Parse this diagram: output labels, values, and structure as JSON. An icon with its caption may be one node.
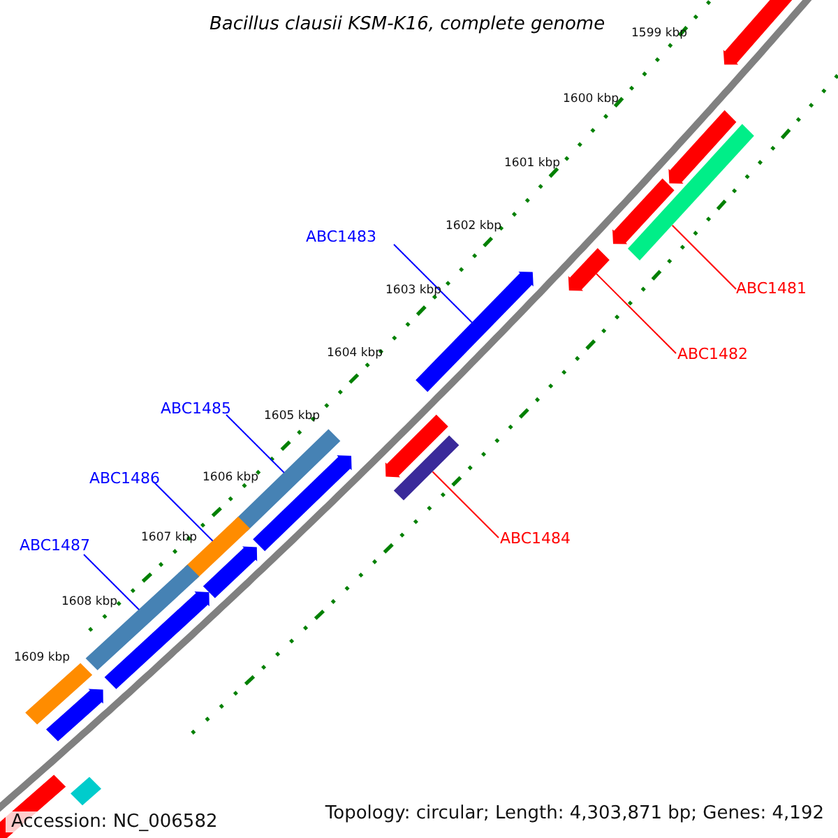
{
  "diagram": {
    "title": "Bacillus clausii KSM-K16, complete genome",
    "nodes": [
      {
        "text": [
          "ABC1483"
        ]
      },
      {
        "text": [
          "ABC1481"
        ]
      },
      {
        "text": [
          "ABC1482"
        ]
      },
      {
        "text": [
          "ABC1485"
        ]
      },
      {
        "text": [
          "ABC1486"
        ]
      },
      {
        "text": [
          "ABC1484"
        ]
      },
      {
        "text": [
          "ABC1487"
        ]
      },
      {
        "text": [],
        "shape": "arrow"
      },
      {
        "text": [],
        "shape": "arrow"
      },
      {
        "text": [],
        "shape": "bar"
      },
      {
        "text": [],
        "shape": "arrow"
      },
      {
        "text": [],
        "shape": "arrow"
      },
      {
        "text": [],
        "shape": "arrow"
      },
      {
        "text": [],
        "shape": "arrow"
      },
      {
        "text": [],
        "shape": "bar"
      },
      {
        "text": [],
        "shape": "bar"
      },
      {
        "text": [],
        "shape": "arrow"
      },
      {
        "text": [],
        "shape": "bar"
      },
      {
        "text": [],
        "shape": "arrow"
      },
      {
        "text": [],
        "shape": "bar"
      },
      {
        "text": [],
        "shape": "arrow"
      },
      {
        "text": [],
        "shape": "bar"
      },
      {
        "text": [],
        "shape": "arrow"
      },
      {
        "text": [],
        "shape": "arrow"
      },
      {
        "text": [],
        "shape": "bar"
      }
    ],
    "edges": [
      {
        "from": 0,
        "to": 12,
        "arrow": "none"
      },
      {
        "from": 1,
        "to": 9,
        "arrow": "none",
        "color": "#ff0000"
      },
      {
        "from": 2,
        "to": 11,
        "arrow": "none",
        "color": "#ff0000"
      },
      {
        "from": 3,
        "to": 15,
        "arrow": "none"
      },
      {
        "from": 4,
        "to": 17,
        "arrow": "none"
      },
      {
        "from": 5,
        "to": 14,
        "arrow": "none",
        "color": "#ff0000"
      },
      {
        "from": 6,
        "to": 19,
        "arrow": "none"
      }
    ],
    "labels": [
      "1599 kbp",
      "1600 kbp",
      "1601 kbp",
      "1602 kbp",
      "1603 kbp",
      "1604 kbp",
      "1605 kbp",
      "1606 kbp",
      "1607 kbp",
      "1608 kbp",
      "1609 kbp",
      "Accession: NC_006582",
      "Topology: circular; Length: 4,303,871 bp; Genes: 4,192"
    ]
  }
}
